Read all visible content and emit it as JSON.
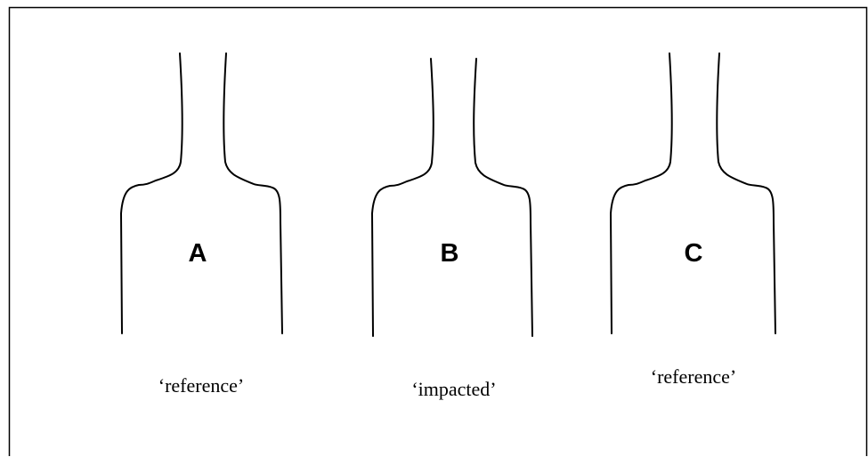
{
  "panels": [
    {
      "letter": "A",
      "caption": "‘reference’"
    },
    {
      "letter": "B",
      "caption": "‘impacted’"
    },
    {
      "letter": "C",
      "caption": "‘reference’"
    }
  ]
}
